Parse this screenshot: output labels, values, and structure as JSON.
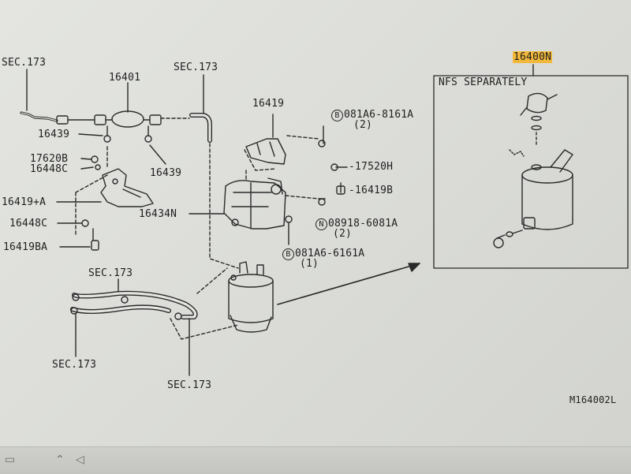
{
  "labels": {
    "sec173_a": "SEC.173",
    "sec173_b": "SEC.173",
    "sec173_c": "SEC.173",
    "sec173_d": "SEC.173",
    "sec173_e": "SEC.173",
    "p16401": "16401",
    "p16439_a": "16439",
    "p16439_b": "16439",
    "p17620b": "17620B",
    "p16448c_a": "16448C",
    "p16419a": "16419+A",
    "p16448c_b": "16448C",
    "p16419ba": "16419BA",
    "p16419": "16419",
    "p16434n": "16434N",
    "bolt_b1": "081A6-8161A",
    "bolt_b1_qty": "(2)",
    "p17520h": "17520H",
    "p16419b": "16419B",
    "nut_n1": "08918-6081A",
    "nut_n1_qty": "(2)",
    "bolt_b2": "081A6-6161A",
    "bolt_b2_qty": "(1)",
    "p16400n": "16400N",
    "nfs_separately": "NFS SEPARATELY",
    "fig_code": "M164002L",
    "circle_b": "B",
    "circle_n": "N"
  },
  "taskbar": {
    "icons": [
      "window-icon",
      "chevron-up-icon",
      "speaker-icon"
    ]
  }
}
